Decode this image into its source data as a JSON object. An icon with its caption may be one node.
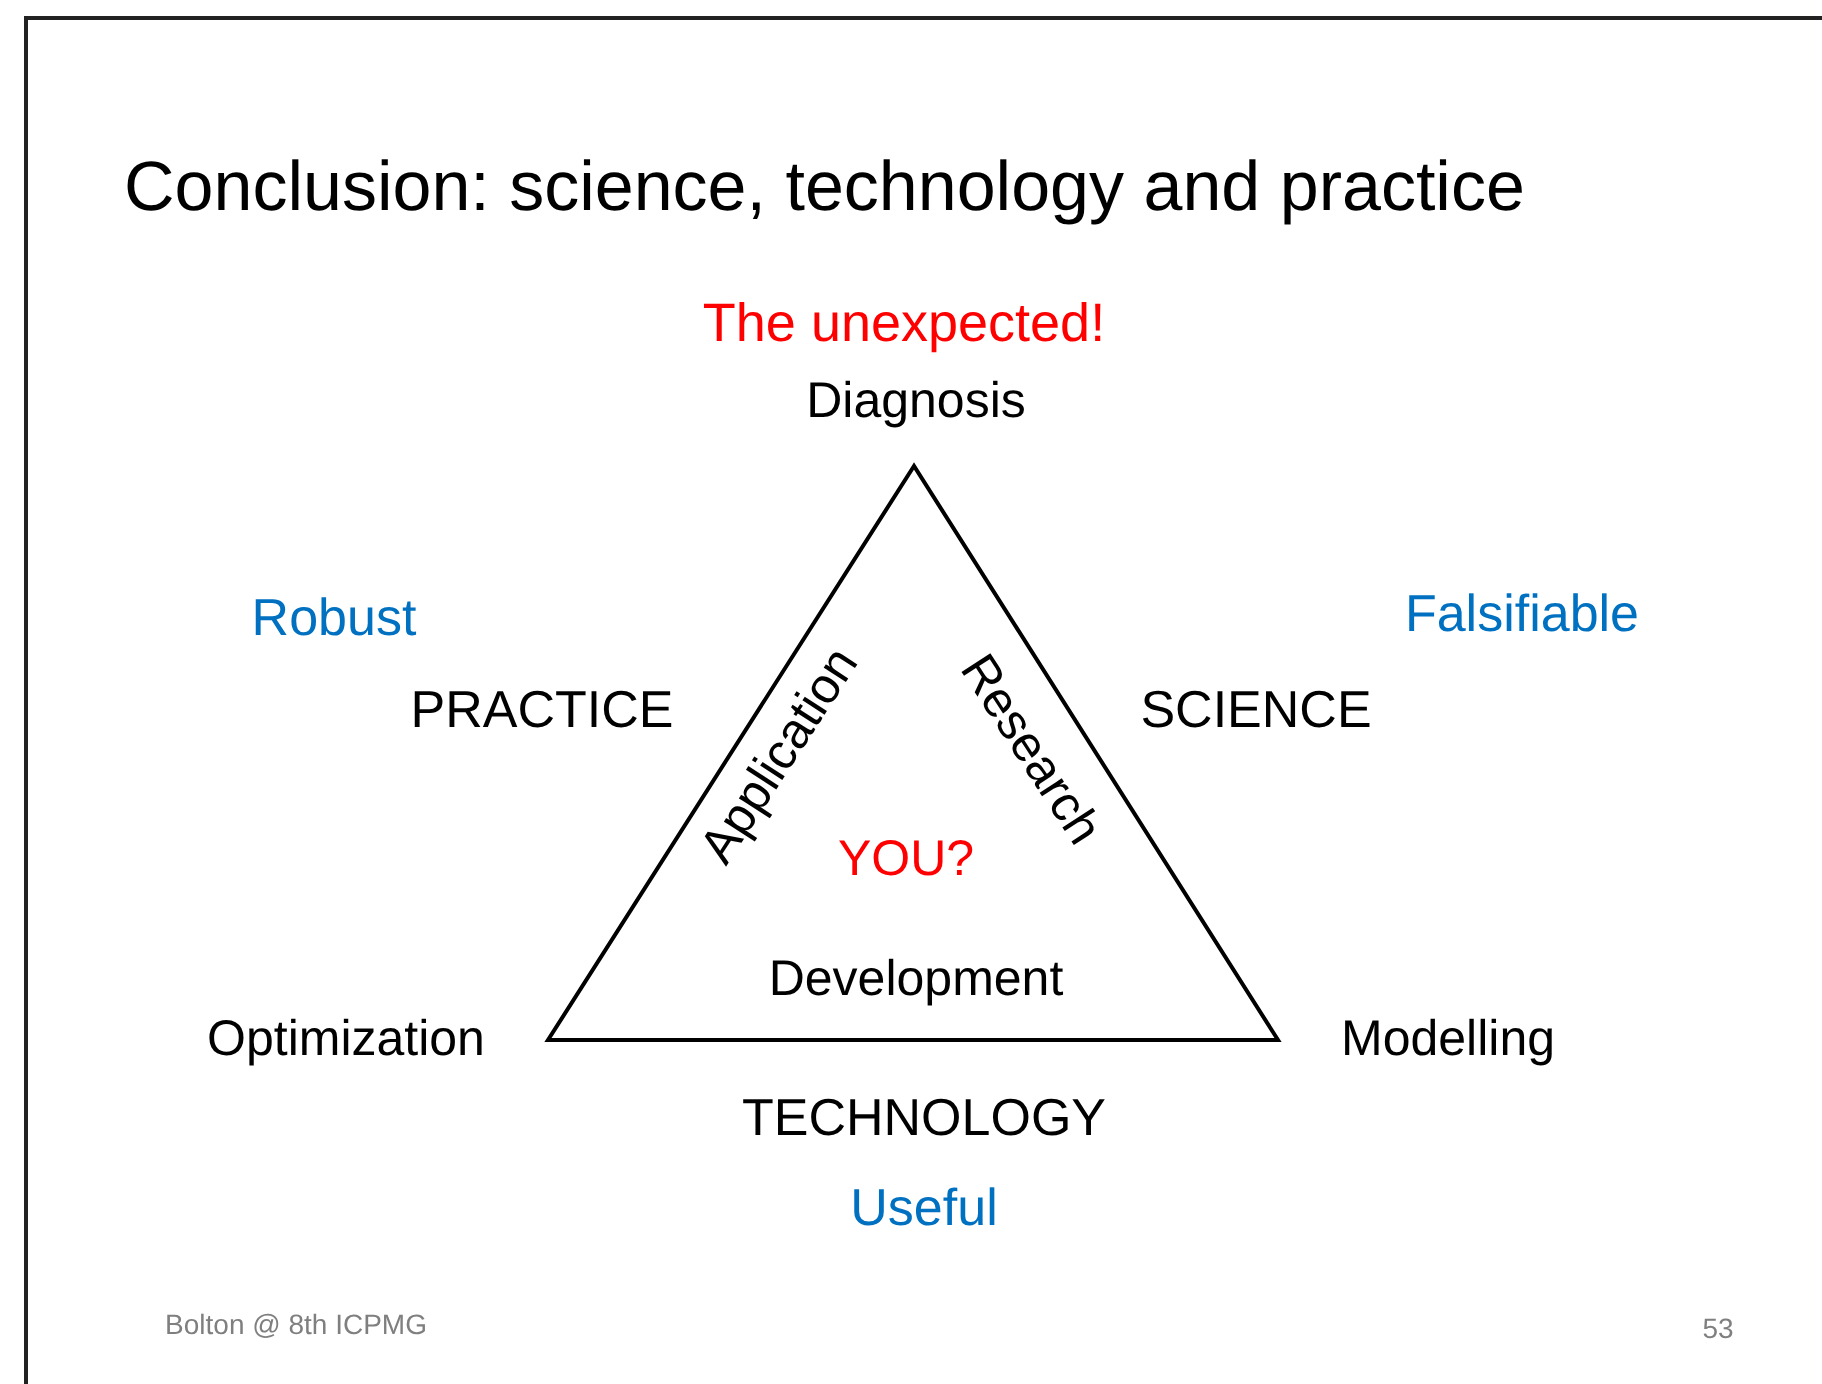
{
  "diagram": {
    "title": "Conclusion: science, technology and practice",
    "nodes": [
      {
        "text": [
          "Application",
          "Research",
          "YOU?",
          "Development"
        ]
      }
    ],
    "labels": [
      "The unexpected!",
      "Diagnosis",
      "Robust",
      "Falsifiable",
      "PRACTICE",
      "SCIENCE",
      "Optimization",
      "Modelling",
      "TECHNOLOGY",
      "Useful",
      "Bolton @ 8th ICPMG",
      "53"
    ]
  }
}
